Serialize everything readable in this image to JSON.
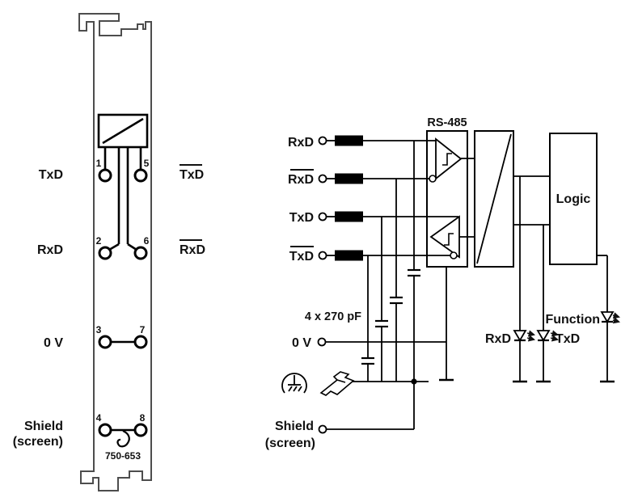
{
  "module_diagram": {
    "part_number": "750-653",
    "left_labels": {
      "txd": "TxD",
      "rxd": "RxD",
      "zero_v": "0 V",
      "shield_line1": "Shield",
      "shield_line2": "(screen)"
    },
    "right_labels": {
      "txd_inverted": "TxD",
      "rxd_inverted": "RxD"
    },
    "terminal_numbers": {
      "t1": "1",
      "t2": "2",
      "t3": "3",
      "t4": "4",
      "t5": "5",
      "t6": "6",
      "t7": "7",
      "t8": "8"
    }
  },
  "schematic": {
    "inputs": {
      "rxd": "RxD",
      "rxd_inverted": "RxD",
      "txd": "TxD",
      "txd_inverted": "TxD",
      "zero_v": "0 V",
      "shield_line1": "Shield",
      "shield_line2": "(screen)"
    },
    "blocks": {
      "rs485": "RS-485",
      "logic": "Logic"
    },
    "capacitor_label": "4 x 270 pF",
    "leds": {
      "rxd": "RxD",
      "txd": "TxD",
      "function": "Function"
    }
  },
  "colors": {
    "line": "#000000",
    "module_outline": "#4d4d4d",
    "background": "#ffffff"
  }
}
